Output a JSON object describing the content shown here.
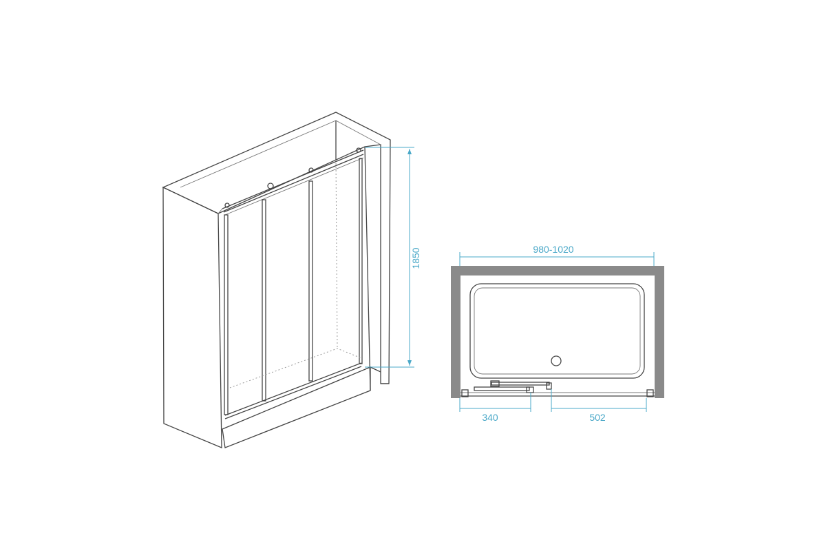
{
  "isometric_view": {
    "height_label": "1850"
  },
  "plan_view": {
    "width_label": "980-1020",
    "left_opening_label": "340",
    "right_opening_label": "502"
  },
  "colors": {
    "dimension": "#4aa8c8",
    "wall": "#8a8a8a",
    "outline": "#444444"
  }
}
